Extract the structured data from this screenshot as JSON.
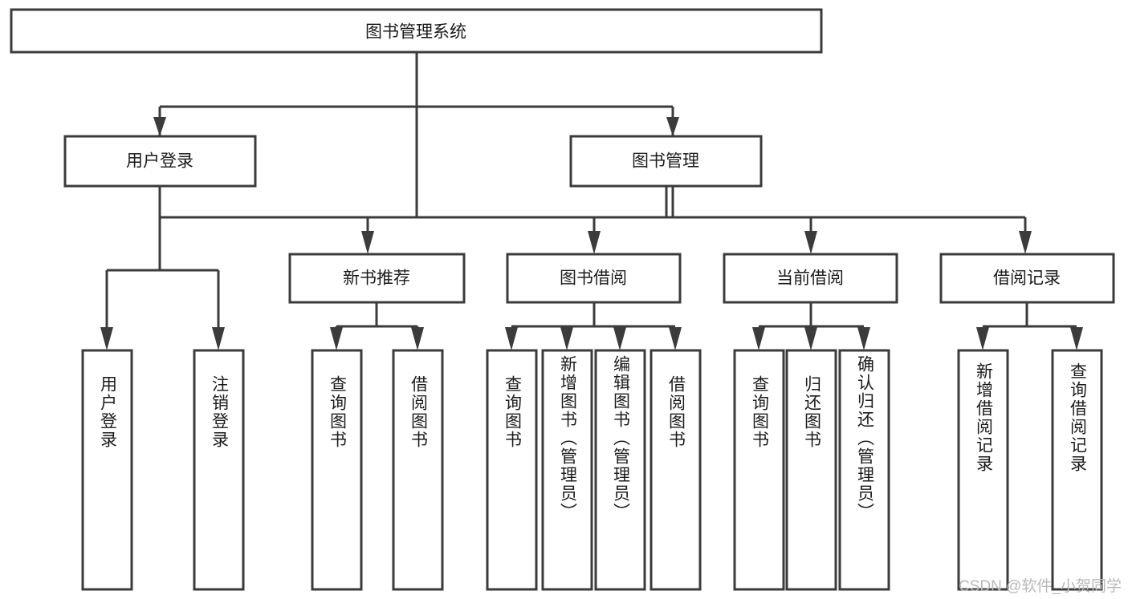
{
  "diagram": {
    "title": "图书管理系统",
    "type": "hierarchy-tree",
    "watermark": "CSDN @软件_小贺同学",
    "colors": {
      "box_fill": "#ffffff",
      "box_stroke": "#3b3b3b",
      "text": "#1b1b1b",
      "watermark": "#b9b9b9",
      "background": "#ffffff"
    },
    "root": {
      "id": "root",
      "label": "图书管理系统"
    },
    "level2": [
      {
        "id": "user-login",
        "label": "用户登录"
      },
      {
        "id": "book-manage",
        "label": "图书管理"
      }
    ],
    "level3": [
      {
        "id": "new-book-rec",
        "label": "新书推荐",
        "parent": "book-manage"
      },
      {
        "id": "book-borrow",
        "label": "图书借阅",
        "parent": "book-manage"
      },
      {
        "id": "current-borrow",
        "label": "当前借阅",
        "parent": "book-manage"
      },
      {
        "id": "borrow-record",
        "label": "借阅记录",
        "parent": "book-manage"
      }
    ],
    "leaves": [
      {
        "id": "leaf-user-login",
        "label": "用户登录",
        "parent": "user-login"
      },
      {
        "id": "leaf-logout",
        "label": "注销登录",
        "parent": "user-login"
      },
      {
        "id": "leaf-query-book-1",
        "label": "查询图书",
        "parent": "new-book-rec"
      },
      {
        "id": "leaf-borrow-book-1",
        "label": "借阅图书",
        "parent": "new-book-rec"
      },
      {
        "id": "leaf-query-book-2",
        "label": "查询图书",
        "parent": "book-borrow"
      },
      {
        "id": "leaf-add-book",
        "label": "新增图书（管理员）",
        "parent": "book-borrow"
      },
      {
        "id": "leaf-edit-book",
        "label": "编辑图书（管理员）",
        "parent": "book-borrow"
      },
      {
        "id": "leaf-borrow-book-2",
        "label": "借阅图书",
        "parent": "book-borrow"
      },
      {
        "id": "leaf-query-book-3",
        "label": "查询图书",
        "parent": "current-borrow"
      },
      {
        "id": "leaf-return-book",
        "label": "归还图书",
        "parent": "current-borrow"
      },
      {
        "id": "leaf-confirm-return",
        "label": "确认归还（管理员）",
        "parent": "current-borrow"
      },
      {
        "id": "leaf-add-record",
        "label": "新增借阅记录",
        "parent": "borrow-record"
      },
      {
        "id": "leaf-query-record",
        "label": "查询借阅记录",
        "parent": "borrow-record"
      }
    ]
  }
}
